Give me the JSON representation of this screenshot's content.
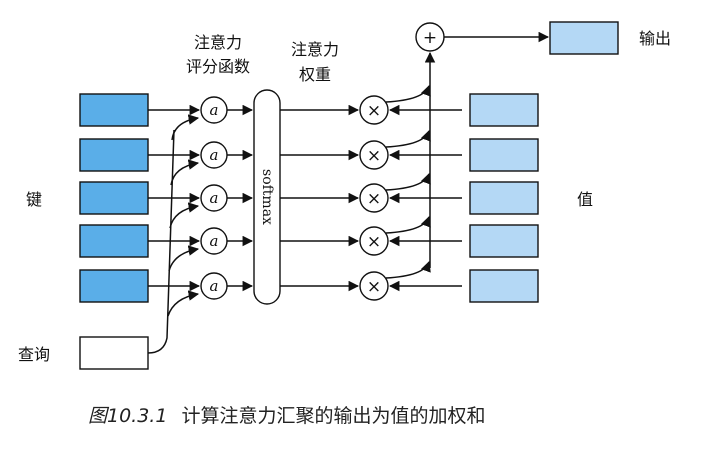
{
  "labels": {
    "scoring_function": [
      "注意力",
      "评分函数"
    ],
    "attention_weights": [
      "注意力",
      "权重"
    ],
    "keys": "键",
    "values": "值",
    "query": "查询",
    "output": "输出",
    "softmax": "softmax",
    "score_symbol": "a",
    "plus_symbol": "+",
    "times_symbol": "×"
  },
  "caption": {
    "number": "图10.3.1",
    "text": "计算注意力汇聚的输出为值的加权和"
  },
  "colors": {
    "key_fill": "#5aaee8",
    "value_fill": "#b4d8f5",
    "output_fill": "#b4d8f5",
    "query_fill": "#ffffff",
    "stroke": "#111111"
  },
  "rows": 5
}
